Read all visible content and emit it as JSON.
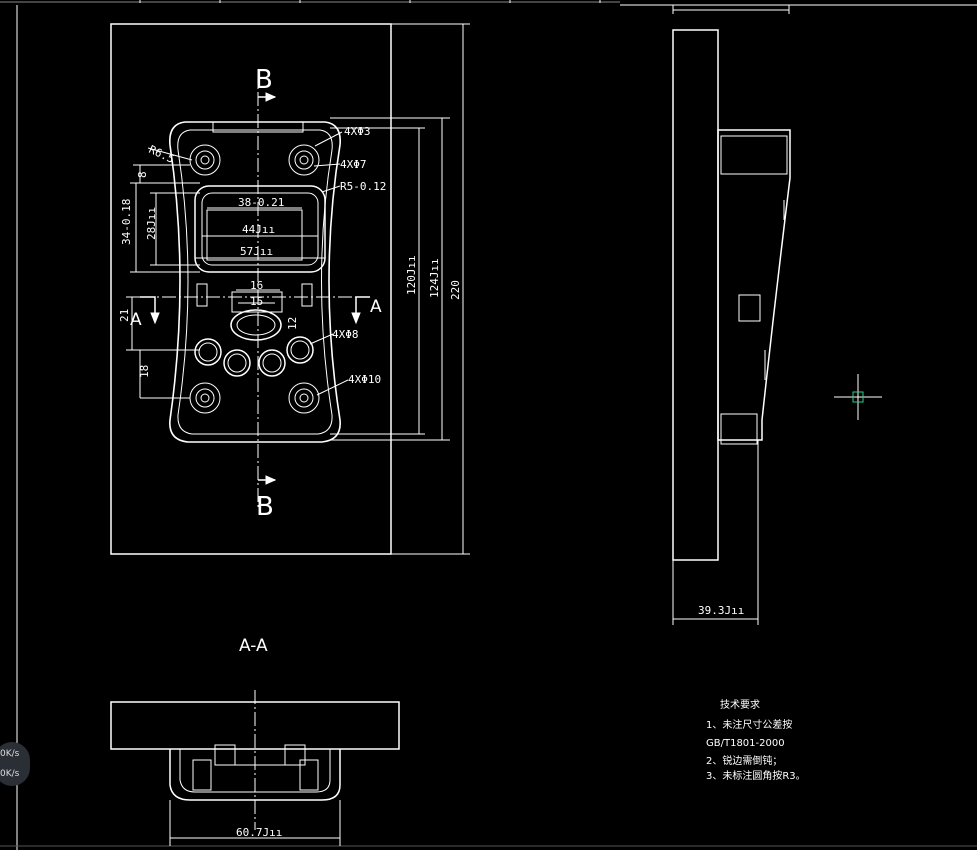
{
  "labels": {
    "section_b_top": "B",
    "section_b_bottom": "B",
    "section_a_left": "A",
    "section_a_right": "A",
    "section_title": "A-A"
  },
  "dimensions": {
    "d_4x_phi3": "4XΦ3",
    "d_r6": "R6.5",
    "d_4x_phi7": "4XΦ7",
    "d_r5": "R5-0.12",
    "d_8": "8",
    "d_34": "34-0.18",
    "d_28": "28Jıı",
    "d_38": "38-0.21",
    "d_44": "44Jıı",
    "d_57": "57Jıı",
    "d_120": "120Jıı",
    "d_124": "124Jıı",
    "d_220": "220",
    "d_21": "21",
    "d_16": "16",
    "d_15": "15",
    "d_12": "12",
    "d_4x_phi8": "4XΦ8",
    "d_18": "18",
    "d_4x_phi10": "4XΦ10",
    "d_side_width": "39.3Jıı",
    "d_section_width": "60.7Jıı"
  },
  "notes": {
    "title": "技术要求",
    "line1": "1、未注尺寸公差按",
    "line2": "GB/T1801-2000",
    "line3": "2、锐边需倒钝；",
    "line4": "3、未标注圆角按R3。"
  },
  "status": {
    "up": "0K/s",
    "down": "0K/s"
  }
}
